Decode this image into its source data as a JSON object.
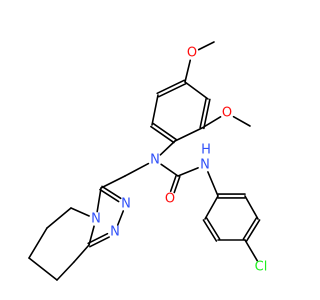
{
  "molecule": {
    "atoms": [
      {
        "id": "O1",
        "text": "O",
        "color": "#FF0D0D"
      },
      {
        "id": "C1",
        "text": "",
        "color": "#000000"
      },
      {
        "id": "C2",
        "text": "",
        "color": "#000000"
      },
      {
        "id": "C3",
        "text": "",
        "color": "#000000"
      },
      {
        "id": "C4",
        "text": "",
        "color": "#000000"
      },
      {
        "id": "C5",
        "text": "",
        "color": "#000000"
      },
      {
        "id": "C6",
        "text": "",
        "color": "#000000"
      },
      {
        "id": "C7",
        "text": "",
        "color": "#000000"
      },
      {
        "id": "O2",
        "text": "O",
        "color": "#FF0D0D"
      },
      {
        "id": "C8",
        "text": "",
        "color": "#000000"
      },
      {
        "id": "N1",
        "text": "N",
        "color": "#3050F8"
      },
      {
        "id": "C9",
        "text": "",
        "color": "#000000"
      },
      {
        "id": "O3",
        "text": "O",
        "color": "#FF0D0D"
      },
      {
        "id": "N2",
        "text": "N",
        "color": "#3050F8"
      },
      {
        "id": "H2",
        "text": "H",
        "color": "#3050F8"
      },
      {
        "id": "C10",
        "text": "",
        "color": "#000000"
      },
      {
        "id": "C11",
        "text": "",
        "color": "#000000"
      },
      {
        "id": "C12",
        "text": "",
        "color": "#000000"
      },
      {
        "id": "C13",
        "text": "",
        "color": "#000000"
      },
      {
        "id": "C14",
        "text": "",
        "color": "#000000"
      },
      {
        "id": "C15",
        "text": "",
        "color": "#000000"
      },
      {
        "id": "Cl",
        "text": "Cl",
        "color": "#1FF01F"
      },
      {
        "id": "C16",
        "text": "",
        "color": "#000000"
      },
      {
        "id": "C17",
        "text": "",
        "color": "#000000"
      },
      {
        "id": "N3",
        "text": "N",
        "color": "#3050F8"
      },
      {
        "id": "N4",
        "text": "N",
        "color": "#3050F8"
      },
      {
        "id": "C18",
        "text": "",
        "color": "#000000"
      },
      {
        "id": "N5",
        "text": "N",
        "color": "#3050F8"
      },
      {
        "id": "C19",
        "text": "",
        "color": "#000000"
      },
      {
        "id": "C20",
        "text": "",
        "color": "#000000"
      },
      {
        "id": "C21",
        "text": "",
        "color": "#000000"
      },
      {
        "id": "C22",
        "text": "",
        "color": "#000000"
      },
      {
        "id": "C23",
        "text": "",
        "color": "#000000"
      }
    ],
    "bonds": [
      {
        "a": "C1",
        "b": "O1",
        "order": 1
      },
      {
        "a": "O1",
        "b": "C2",
        "order": 1
      },
      {
        "a": "C2",
        "b": "C3",
        "order": 2
      },
      {
        "a": "C3",
        "b": "C4",
        "order": 1
      },
      {
        "a": "C4",
        "b": "C5",
        "order": 2
      },
      {
        "a": "C5",
        "b": "C6",
        "order": 1
      },
      {
        "a": "C6",
        "b": "C7",
        "order": 2
      },
      {
        "a": "C7",
        "b": "C2",
        "order": 1
      },
      {
        "a": "C6",
        "b": "O2",
        "order": 1
      },
      {
        "a": "O2",
        "b": "C8",
        "order": 1
      },
      {
        "a": "C5",
        "b": "N1",
        "order": 1
      },
      {
        "a": "N1",
        "b": "C9",
        "order": 1
      },
      {
        "a": "C9",
        "b": "O3",
        "order": 2
      },
      {
        "a": "C9",
        "b": "N2",
        "order": 1
      },
      {
        "a": "N2",
        "b": "C10",
        "order": 1
      },
      {
        "a": "C10",
        "b": "C11",
        "order": 2
      },
      {
        "a": "C11",
        "b": "C12",
        "order": 1
      },
      {
        "a": "C12",
        "b": "C13",
        "order": 2
      },
      {
        "a": "C13",
        "b": "C14",
        "order": 1
      },
      {
        "a": "C14",
        "b": "C15",
        "order": 2
      },
      {
        "a": "C15",
        "b": "C10",
        "order": 1
      },
      {
        "a": "C13",
        "b": "Cl",
        "order": 1
      },
      {
        "a": "N1",
        "b": "C16",
        "order": 1
      },
      {
        "a": "C16",
        "b": "C17",
        "order": 1
      },
      {
        "a": "C17",
        "b": "N3",
        "order": 1
      },
      {
        "a": "C17",
        "b": "N4",
        "order": 2
      },
      {
        "a": "N4",
        "b": "N5",
        "order": 1
      },
      {
        "a": "N5",
        "b": "C18",
        "order": 2
      },
      {
        "a": "C18",
        "b": "N3",
        "order": 1
      },
      {
        "a": "N3",
        "b": "C19",
        "order": 1
      },
      {
        "a": "C19",
        "b": "C20",
        "order": 1
      },
      {
        "a": "C20",
        "b": "C21",
        "order": 1
      },
      {
        "a": "C21",
        "b": "C22",
        "order": 1
      },
      {
        "a": "C22",
        "b": "C23",
        "order": 1
      },
      {
        "a": "C23",
        "b": "C18",
        "order": 1
      }
    ]
  }
}
